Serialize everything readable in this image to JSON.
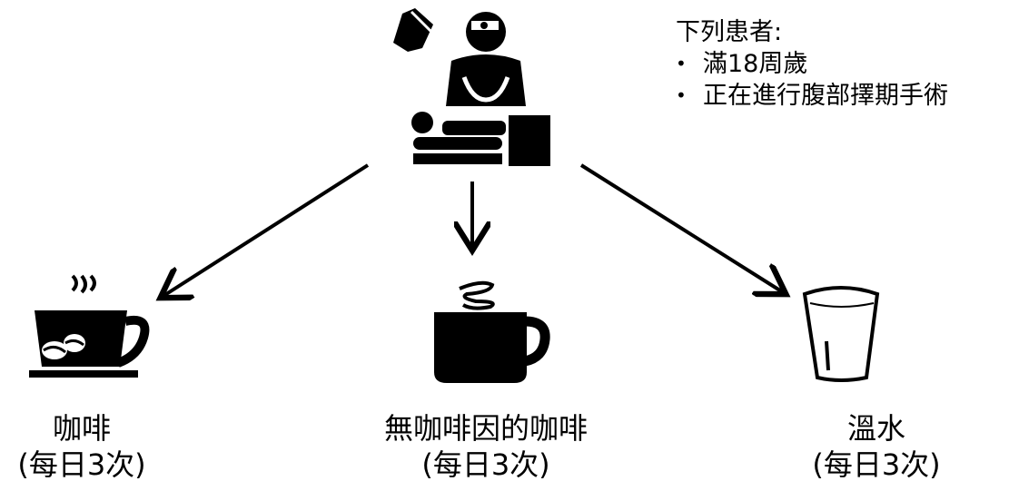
{
  "note": {
    "heading": "下列患者:",
    "items": [
      "滿18周歲",
      "正在進行腹部擇期手術"
    ]
  },
  "options": [
    {
      "label": "咖啡",
      "dose": "(每日3次)"
    },
    {
      "label": "無咖啡因的咖啡",
      "dose": "(每日3次)"
    },
    {
      "label": "溫水",
      "dose": "(每日3次)"
    }
  ],
  "icons": {
    "patient": "surgeon-patient-icon",
    "coffee": "coffee-cup-icon",
    "decaf": "mug-icon",
    "water": "glass-icon"
  }
}
